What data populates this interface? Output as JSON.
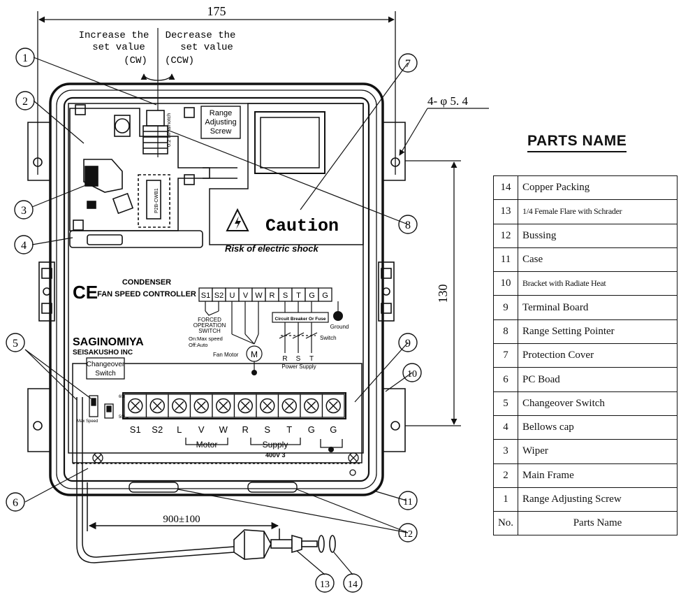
{
  "dimensions": {
    "width_label": "175",
    "height_label": "130",
    "hole_label": "4- φ 5. 4",
    "cable_label": "900±100"
  },
  "adjust": {
    "increase_line1": "Increase the",
    "increase_line2": "set value",
    "increase_dir": "(CW)",
    "decrease_line1": "Decrease the",
    "decrease_line2": "set value",
    "decrease_dir": "(CCW)"
  },
  "labels": {
    "range_adjusting_line1": "Range",
    "range_adjusting_line2": "Adjusting",
    "range_adjusting_line3": "Screw",
    "scale_text": "0.2 MPa/notch",
    "caution": "Caution",
    "risk": "Risk of electric shock",
    "ce": "CE",
    "product_line1": "CONDENSER",
    "product_line2": "FAN SPEED CONTROLLER",
    "brand_line1": "SAGINOMIYA",
    "brand_line2": "SEISAKUSHO INC",
    "changeover_line1": "Changeover",
    "changeover_line2": "Switch",
    "forced_line1": "FORCED",
    "forced_line2": "OPERATION",
    "forced_line3": "SWITCH",
    "forced_line4": "On:Max speed",
    "forced_line5": "Off:Auto",
    "fan_motor": "Fan Motor",
    "motor_symbol": "M",
    "circuit_breaker": "Circuit Breaker Or Fuse",
    "switch": "Switch",
    "ground": "Ground",
    "power_supply": "Power Supply",
    "sw_60": "60Hz",
    "sw_50": "50Hz",
    "sw_max": "Max Speed",
    "motor_group": "Motor",
    "supply_group": "Supply",
    "supply_spec": "400V 3",
    "ps_r": "R",
    "ps_s": "S",
    "ps_t": "T"
  },
  "upper_terminals": [
    "S1",
    "S2",
    "U",
    "V",
    "W",
    "R",
    "S",
    "T",
    "G",
    "G"
  ],
  "lower_terminals": [
    "S1",
    "S2",
    "L",
    "V",
    "W",
    "R",
    "S",
    "T",
    "G",
    "G"
  ],
  "callouts": [
    "1",
    "2",
    "3",
    "4",
    "5",
    "6",
    "7",
    "8",
    "9",
    "10",
    "11",
    "12",
    "13",
    "14"
  ],
  "parts_table": {
    "title": "PARTS NAME",
    "header_no": "No.",
    "header_name": "Parts Name",
    "rows": [
      {
        "no": "14",
        "name": "Copper Packing"
      },
      {
        "no": "13",
        "name": "1/4 Female Flare with Schrader"
      },
      {
        "no": "12",
        "name": "Bussing"
      },
      {
        "no": "11",
        "name": "Case"
      },
      {
        "no": "10",
        "name": "Bracket with Radiate Heat"
      },
      {
        "no": "9",
        "name": "Terminal Board"
      },
      {
        "no": "8",
        "name": "Range Setting Pointer"
      },
      {
        "no": "7",
        "name": "Protection Cover"
      },
      {
        "no": "6",
        "name": "PC Boad"
      },
      {
        "no": "5",
        "name": "Changeover Switch"
      },
      {
        "no": "4",
        "name": "Bellows cap"
      },
      {
        "no": "3",
        "name": "Wiper"
      },
      {
        "no": "2",
        "name": "Main Frame"
      },
      {
        "no": "1",
        "name": "Range Adjusting Screw"
      }
    ]
  }
}
